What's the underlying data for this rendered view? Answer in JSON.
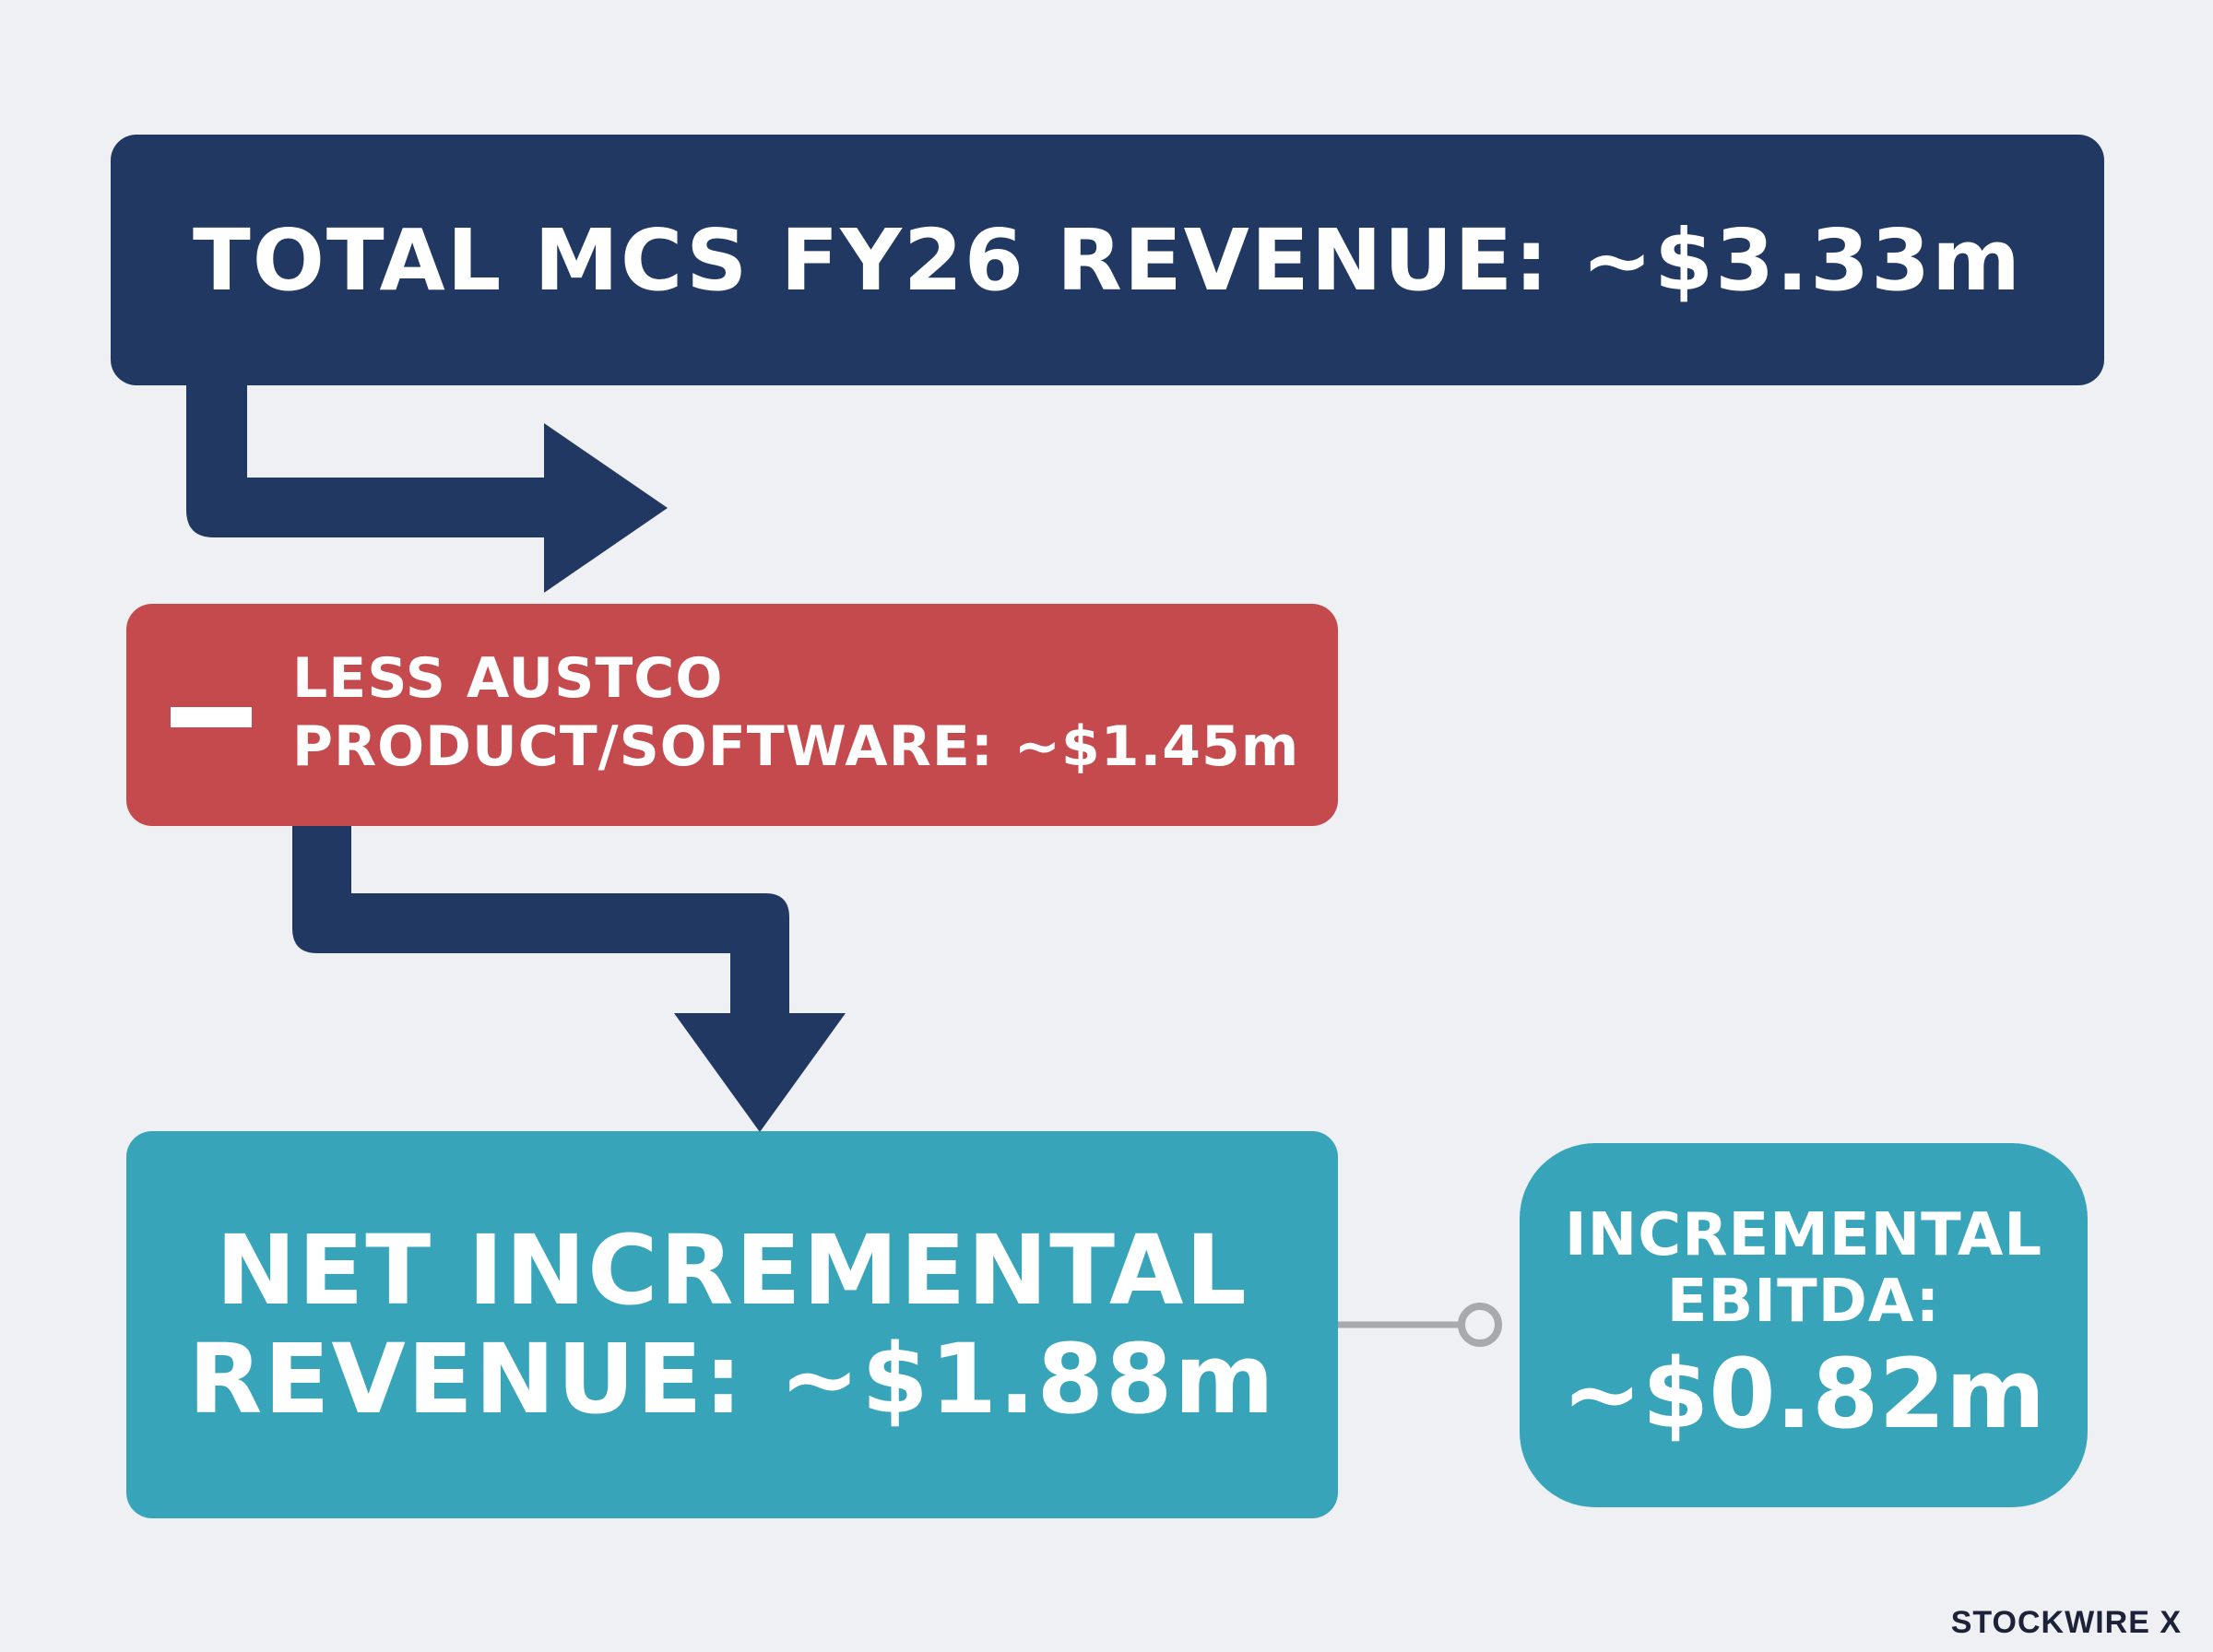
{
  "total": {
    "label": "TOTAL MCS FY26 REVENUE: ~$3.33m"
  },
  "less": {
    "line1": "LESS AUSTCO",
    "line2": "PRODUCT/SOFTWARE: ~$1.45m"
  },
  "net": {
    "line1": "NET INCREMENTAL",
    "line2": "REVENUE: ~$1.88m"
  },
  "ebitda": {
    "line1": "INCREMENTAL",
    "line2": "EBITDA:",
    "value": "~$0.82m"
  },
  "brand": {
    "name": "STOCKWIRE X"
  },
  "colors": {
    "background": "#eef0f3",
    "navy": "#213863",
    "red": "#c54a4e",
    "teal": "#38a4ba",
    "connector_gray": "#a7a9ad"
  }
}
